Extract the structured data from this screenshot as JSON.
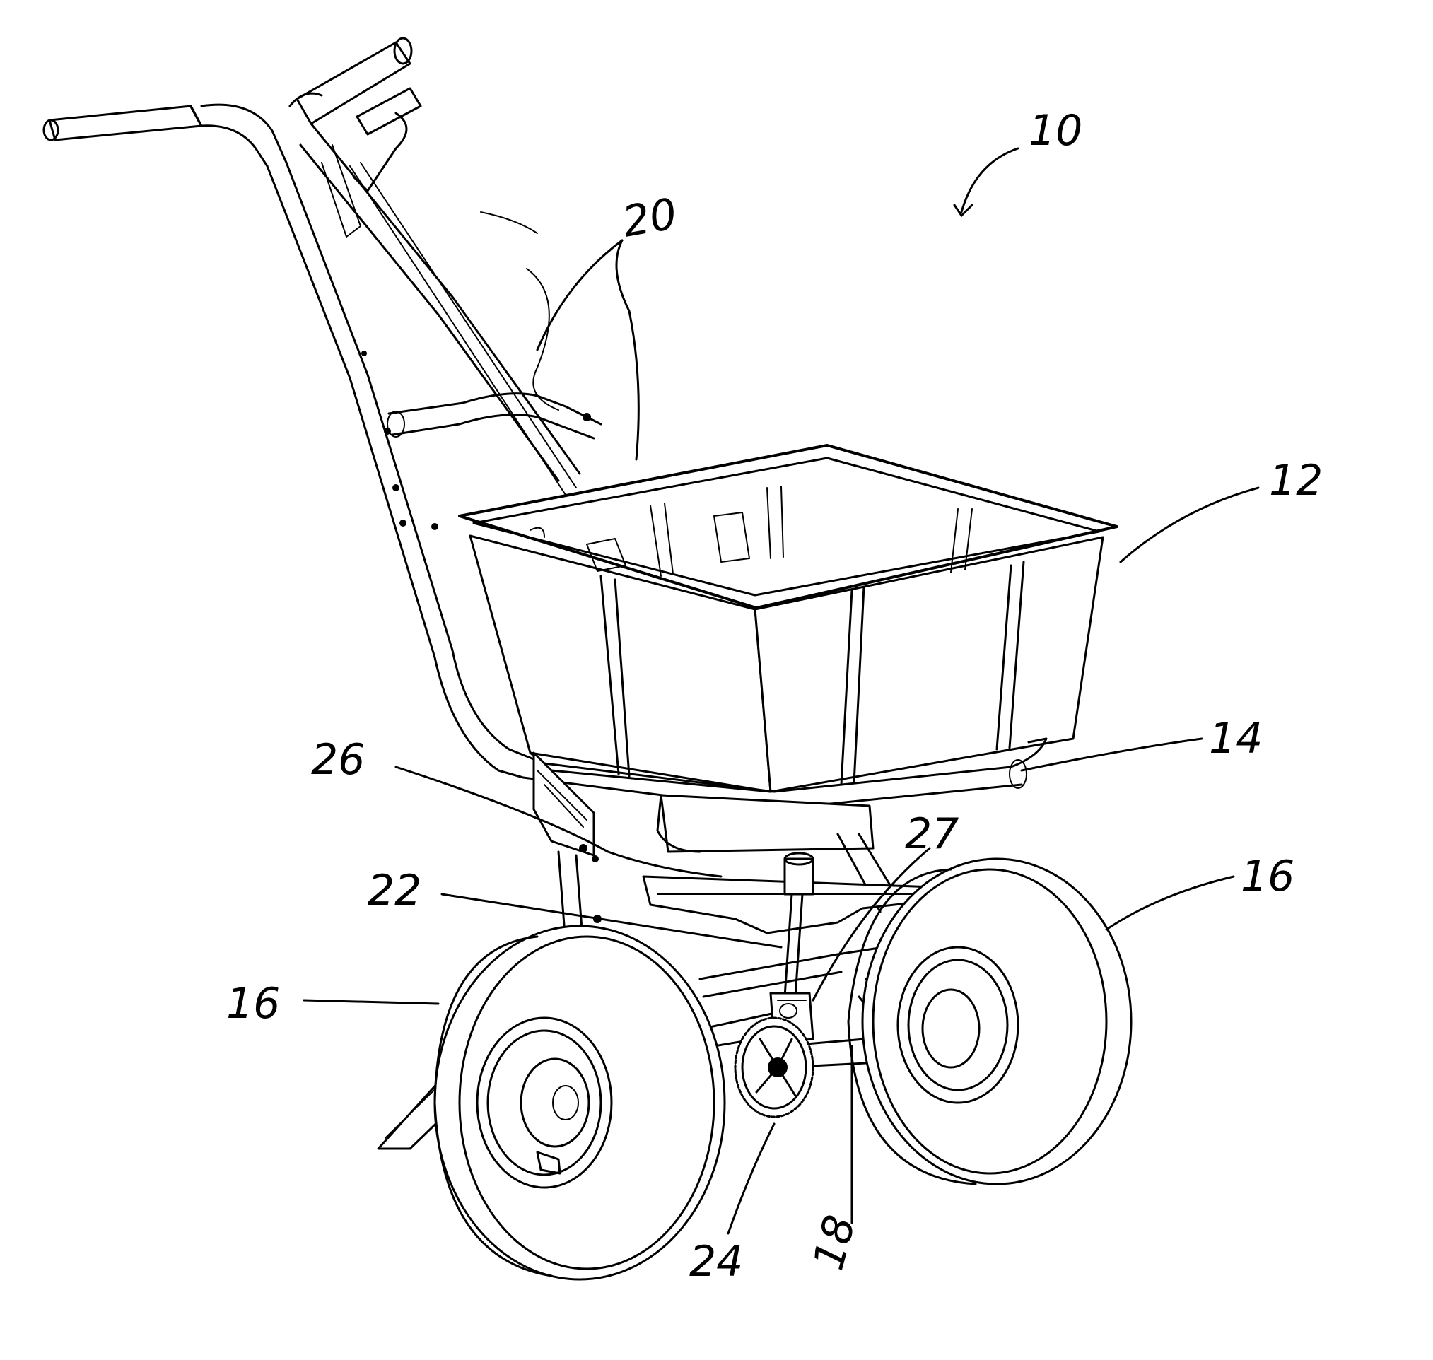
{
  "labels": {
    "assembly": "10",
    "hopper": "12",
    "frame": "14",
    "wheel_left": "16",
    "wheel_right": "16",
    "axle": "18",
    "handle": "20",
    "drive_shaft": "22",
    "gear": "24",
    "linkage": "26",
    "gearbox": "27"
  },
  "colors": {
    "ink": "#000000",
    "paper": "#ffffff"
  }
}
